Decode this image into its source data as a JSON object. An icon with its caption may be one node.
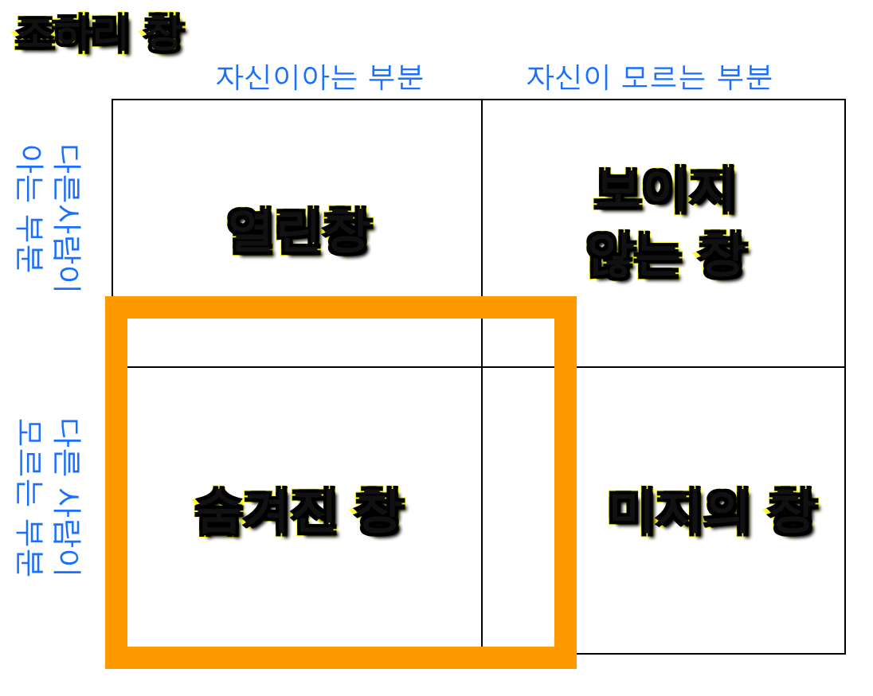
{
  "diagram": {
    "title": "조하리 창",
    "nodes": [
      {
        "text": [
          "열린창"
        ]
      },
      {
        "text": [
          "보이지 않는 창"
        ]
      },
      {
        "text": [
          "숨겨진 창"
        ]
      },
      {
        "text": [
          "미지의 창"
        ]
      }
    ],
    "labels": [
      "자신이아는 부분",
      "자신이 모르는 부분",
      "다른사람이 아는 부분",
      "다른 사람이 모르는 부분"
    ]
  }
}
